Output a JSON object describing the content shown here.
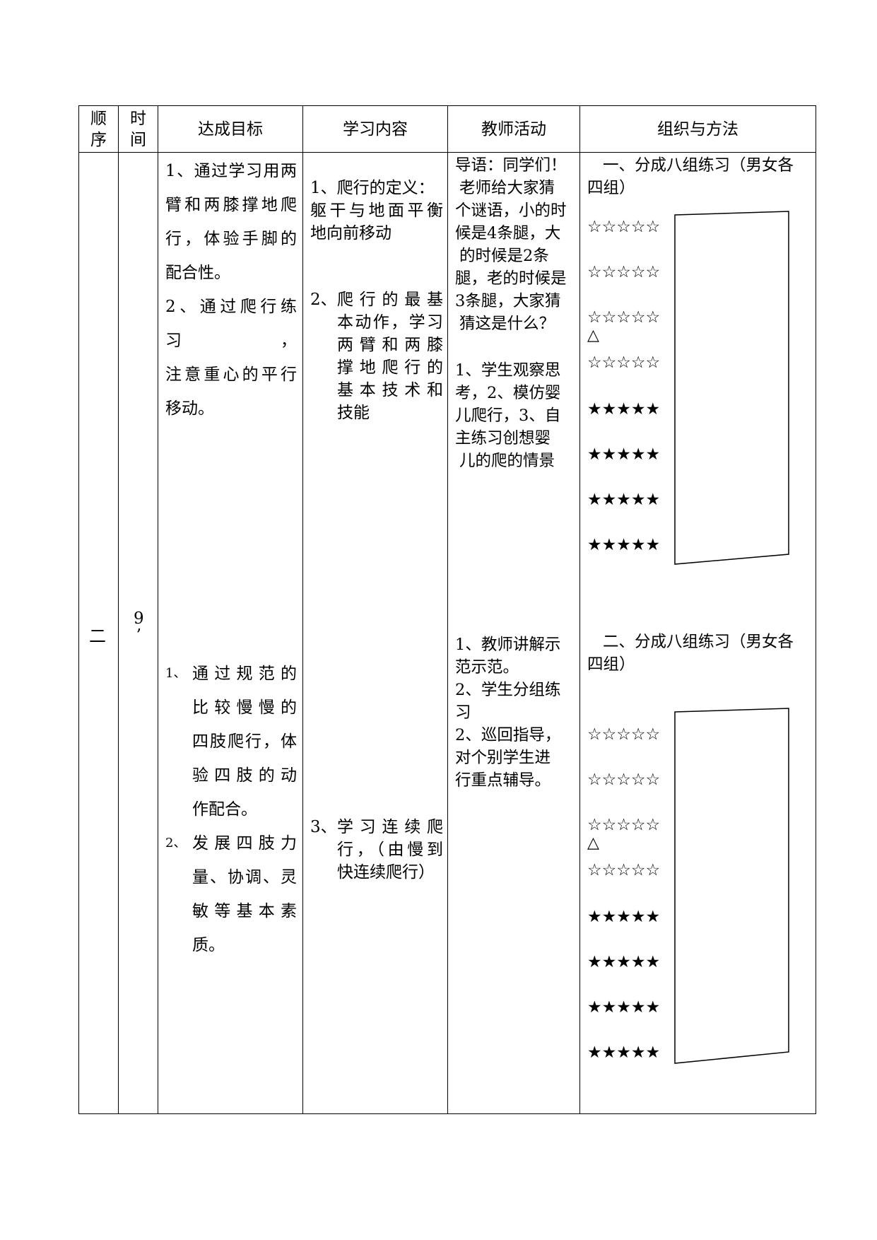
{
  "headers": {
    "order_line1": "顺",
    "order_line2": "序",
    "time_line1": "时",
    "time_line2": "间",
    "goal": "达成目标",
    "content": "学习内容",
    "teacher": "教师活动",
    "org": "组织与方法"
  },
  "row": {
    "order": "二",
    "time_line1": "9",
    "time_line2": "’"
  },
  "goals_part1": [
    "1、通过学习用两",
    "臂和两膝撑地爬",
    "行，体验手脚的",
    "配合性。",
    "2、通过爬行练习，",
    "注意重心的平行",
    "移动。"
  ],
  "goals_part2": {
    "item1_num": "1、",
    "item1_lines": [
      "通过规范的",
      "比较慢慢的",
      "四肢爬行，体",
      "验四肢的动",
      "作配合。"
    ],
    "item2_num": "2、",
    "item2_lines": [
      "发展四肢力",
      "量、协调、灵",
      "敏等基本素",
      "质。"
    ]
  },
  "content": {
    "c1_lines": [
      "1、爬行的定义：",
      "躯干与地面平衡",
      "地向前移动"
    ],
    "c2_num": "2、",
    "c2_lines": [
      "爬行的最基",
      "本动作，学习",
      "两臂和两膝",
      "撑地爬行的",
      "基本技术和",
      "技能"
    ],
    "c3_num": "3、",
    "c3_lines": [
      "学习连续爬",
      "行，（由慢到",
      "快连续爬行）"
    ]
  },
  "teacher": {
    "t1_lines": [
      "导语：同学们！",
      "老师给大家猜",
      "个谜语，小的时",
      "候是4条腿，大",
      "的时候是2条",
      "腿，老的时候是",
      "3条腿，大家猜",
      "猜这是什么？"
    ],
    "t2_lines": [
      "1、学生观察思",
      "考，2、模仿婴",
      "儿爬行，3、自",
      "主练习创想婴",
      "儿的爬的情景"
    ],
    "t3_lines": [
      "1、教师讲解示",
      "范示范。",
      "2、学生分组练",
      "习",
      "2、巡回指导，",
      "对个别学生进",
      "行重点辅导。"
    ]
  },
  "org": {
    "o1_lines": [
      "一、分成八组练习（男女各",
      "四组）"
    ],
    "o2_lines": [
      "二、分成八组练习（男女各",
      "四组）"
    ],
    "girls_row": "☆☆☆☆☆",
    "boys_row": "★★★★★",
    "teacher_mark": "△"
  }
}
